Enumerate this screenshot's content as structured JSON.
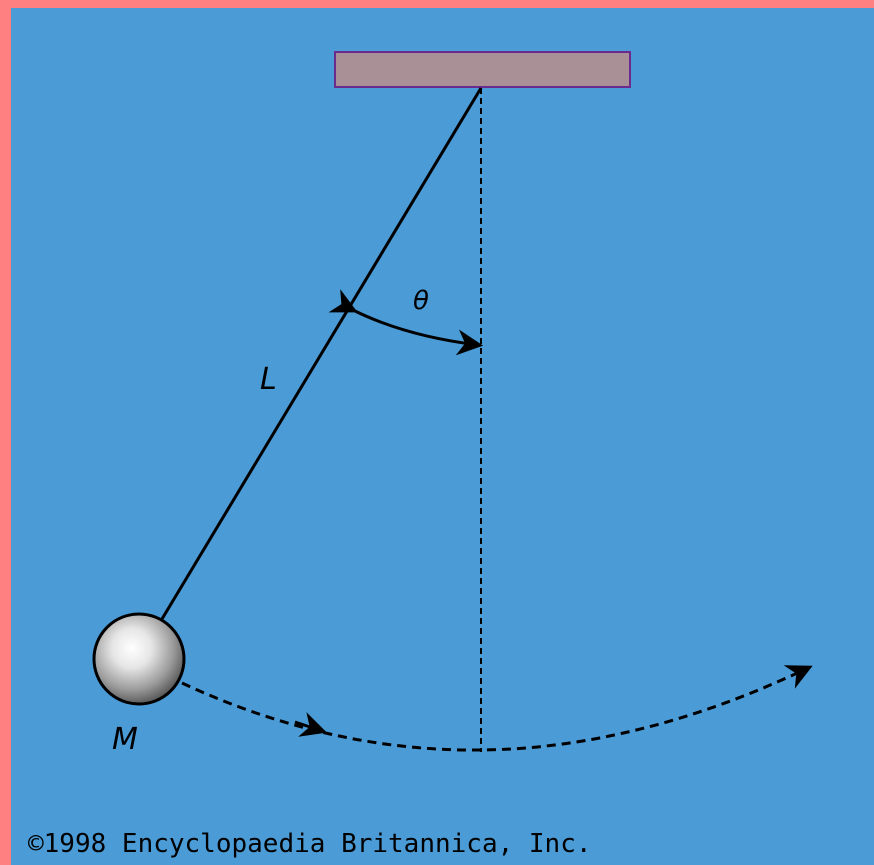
{
  "colors": {
    "frame": "#ff8080",
    "background": "#4a9bd6",
    "support_fill": "#a89096",
    "support_stroke": "#6a2b8c",
    "line": "#000000"
  },
  "labels": {
    "angle": "θ",
    "length": "L",
    "mass": "M"
  },
  "copyright": "©1998 Encyclopaedia Britannica, Inc."
}
